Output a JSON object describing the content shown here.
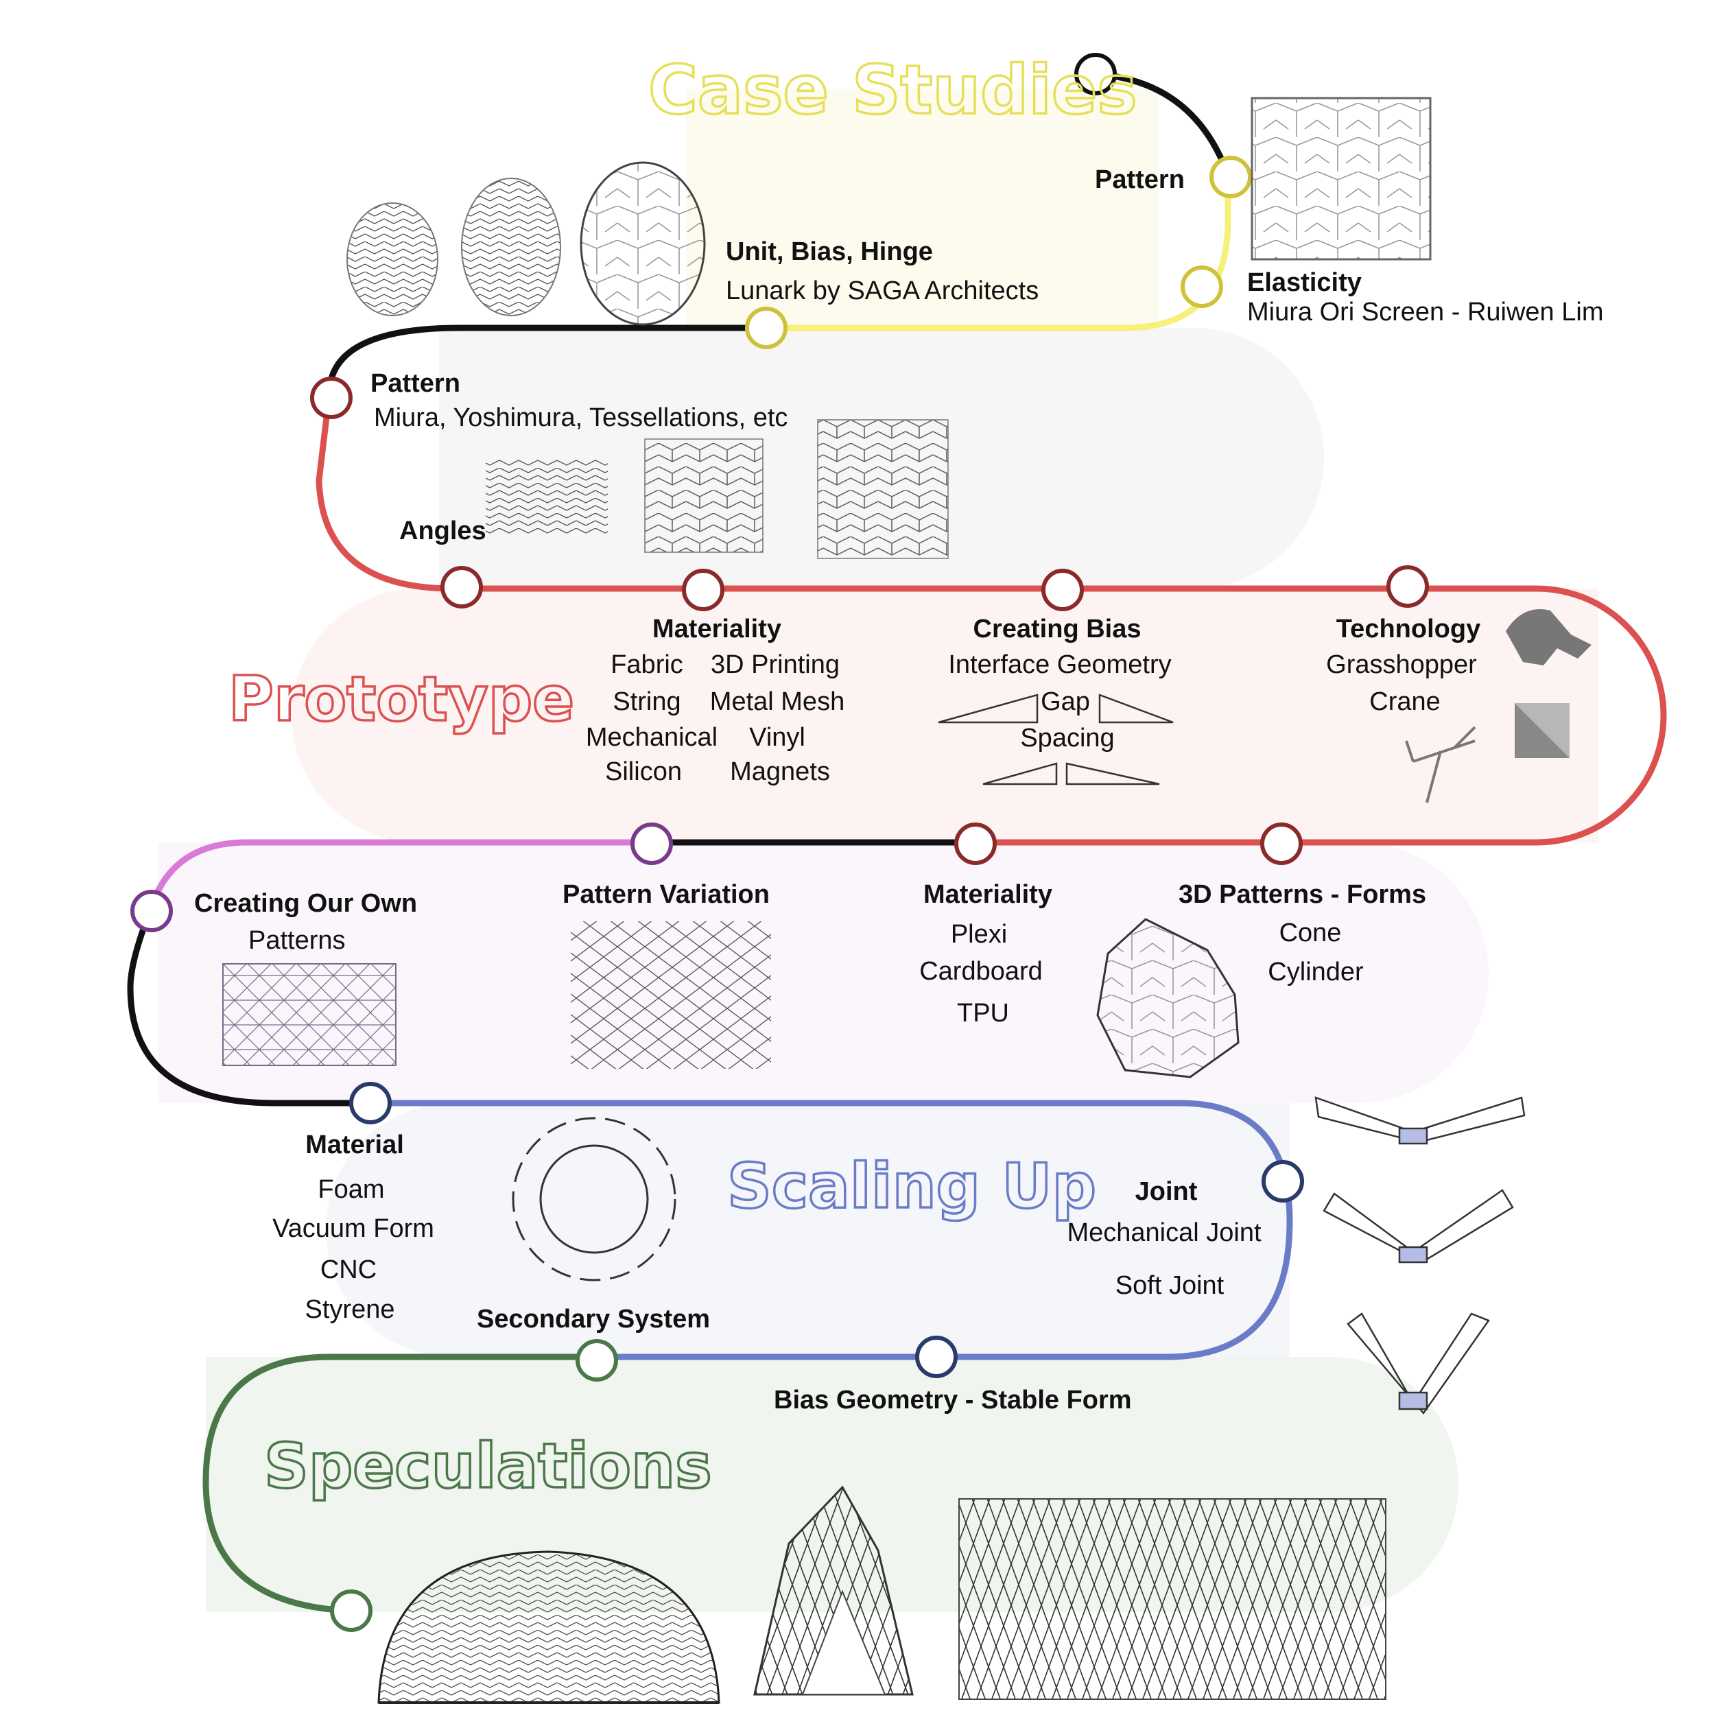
{
  "colors": {
    "case_studies": "#e6df57",
    "case_studies_line": "#f7f07a",
    "prototype": "#dc5050",
    "creating_own": "#d87ad6",
    "scaling_up": "#6a7cc8",
    "speculations": "#4a7848",
    "line_dark": "#111111"
  },
  "sections": {
    "case_studies": {
      "title": "Case Studies",
      "pattern": "Pattern",
      "unit_title": "Unit, Bias, Hinge",
      "unit_sub": "Lunark by SAGA Architects",
      "elasticity_title": "Elasticity",
      "elasticity_sub": "Miura Ori Screen - Ruiwen Lim"
    },
    "pattern_block": {
      "title": "Pattern",
      "sub": "Miura, Yoshimura, Tessellations, etc",
      "angles": "Angles"
    },
    "prototype": {
      "title": "Prototype",
      "materiality": {
        "title": "Materiality",
        "col1": [
          "Fabric",
          "String",
          "Mechanical",
          "Silicon"
        ],
        "col2": [
          "3D Printing",
          "Metal Mesh",
          "Vinyl",
          "Magnets"
        ]
      },
      "bias": {
        "title": "Creating Bias",
        "interface": "Interface Geometry",
        "gap": "Gap",
        "spacing": "Spacing"
      },
      "technology": {
        "title": "Technology",
        "items": [
          "Grasshopper",
          "Crane"
        ],
        "icons": [
          "rhino-icon",
          "grasshopper-icon",
          "crane-icon"
        ]
      }
    },
    "creating_own": {
      "title": "Creating Our Own",
      "sub": "Patterns",
      "variation": "Pattern Variation",
      "materiality_title": "Materiality",
      "materiality_items": [
        "Plexi",
        "Cardboard",
        "TPU"
      ],
      "forms_title": "3D Patterns - Forms",
      "forms_items": [
        "Cone",
        "Cylinder"
      ]
    },
    "scaling_up": {
      "title": "Scaling Up",
      "material_title": "Material",
      "material_items": [
        "Foam",
        "Vacuum Form",
        "CNC",
        "Styrene"
      ],
      "secondary": "Secondary System",
      "joint_title": "Joint",
      "joint_items": [
        "Mechanical Joint",
        "Soft Joint"
      ],
      "bias_geometry": "Bias Geometry - Stable Form"
    },
    "speculations": {
      "title": "Speculations"
    }
  }
}
